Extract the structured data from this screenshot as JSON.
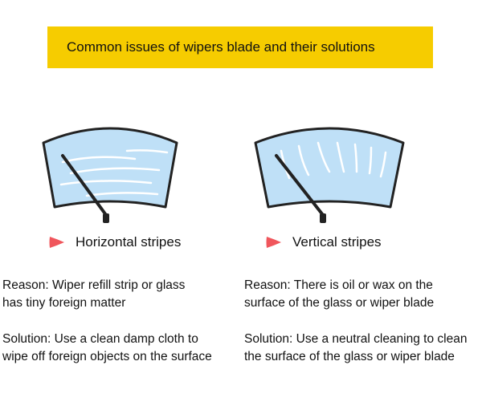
{
  "title": "Common issues of wipers blade and their solutions",
  "colors": {
    "banner": "#f6cc00",
    "glass": "#bfe0f7",
    "outline": "#222222",
    "marker": "#f0565c"
  },
  "issues": [
    {
      "name": "Horizontal stripes",
      "marker_icon": "red-arrow-icon",
      "reason_lines": [
        "Reason: Wiper refill strip or glass",
        "has tiny foreign matter"
      ],
      "solution_lines": [
        "Solution: Use a clean damp cloth to",
        "wipe off foreign objects on the surface"
      ]
    },
    {
      "name": "Vertical stripes",
      "marker_icon": "red-arrow-icon",
      "reason_lines": [
        "Reason: There is oil or wax on the",
        "surface of the glass or wiper blade"
      ],
      "solution_lines": [
        "Solution: Use a neutral cleaning to clean",
        "the surface of the glass or wiper blade"
      ]
    }
  ]
}
